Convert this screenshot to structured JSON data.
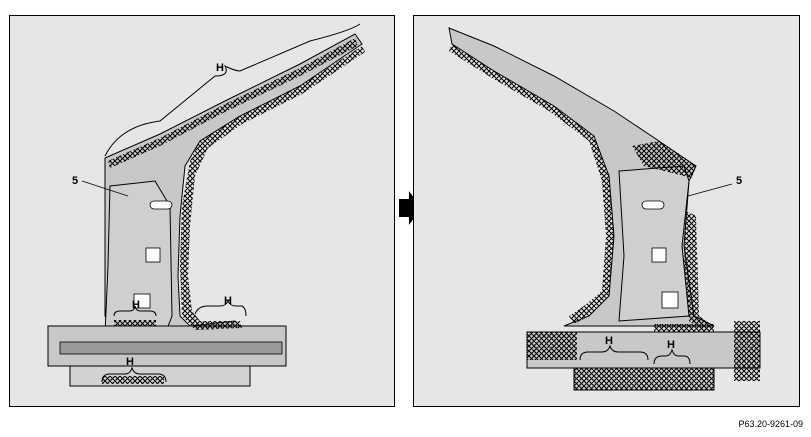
{
  "left": {
    "labels": {
      "ref_number": "5",
      "weld_upper": "H",
      "weld_sill_inner": "H",
      "weld_curve": "H",
      "weld_bottom": "H"
    }
  },
  "right": {
    "labels": {
      "ref_number": "5",
      "weld_sill_left": "H",
      "weld_sill_right": "H"
    }
  },
  "reference_code": "P63.20-9261-09",
  "icons": {
    "arrow": "right-arrow-icon"
  },
  "colors": {
    "part_fill": "#c8c8c8",
    "panel_bg": "#e6e6e6",
    "outline": "#000000"
  }
}
